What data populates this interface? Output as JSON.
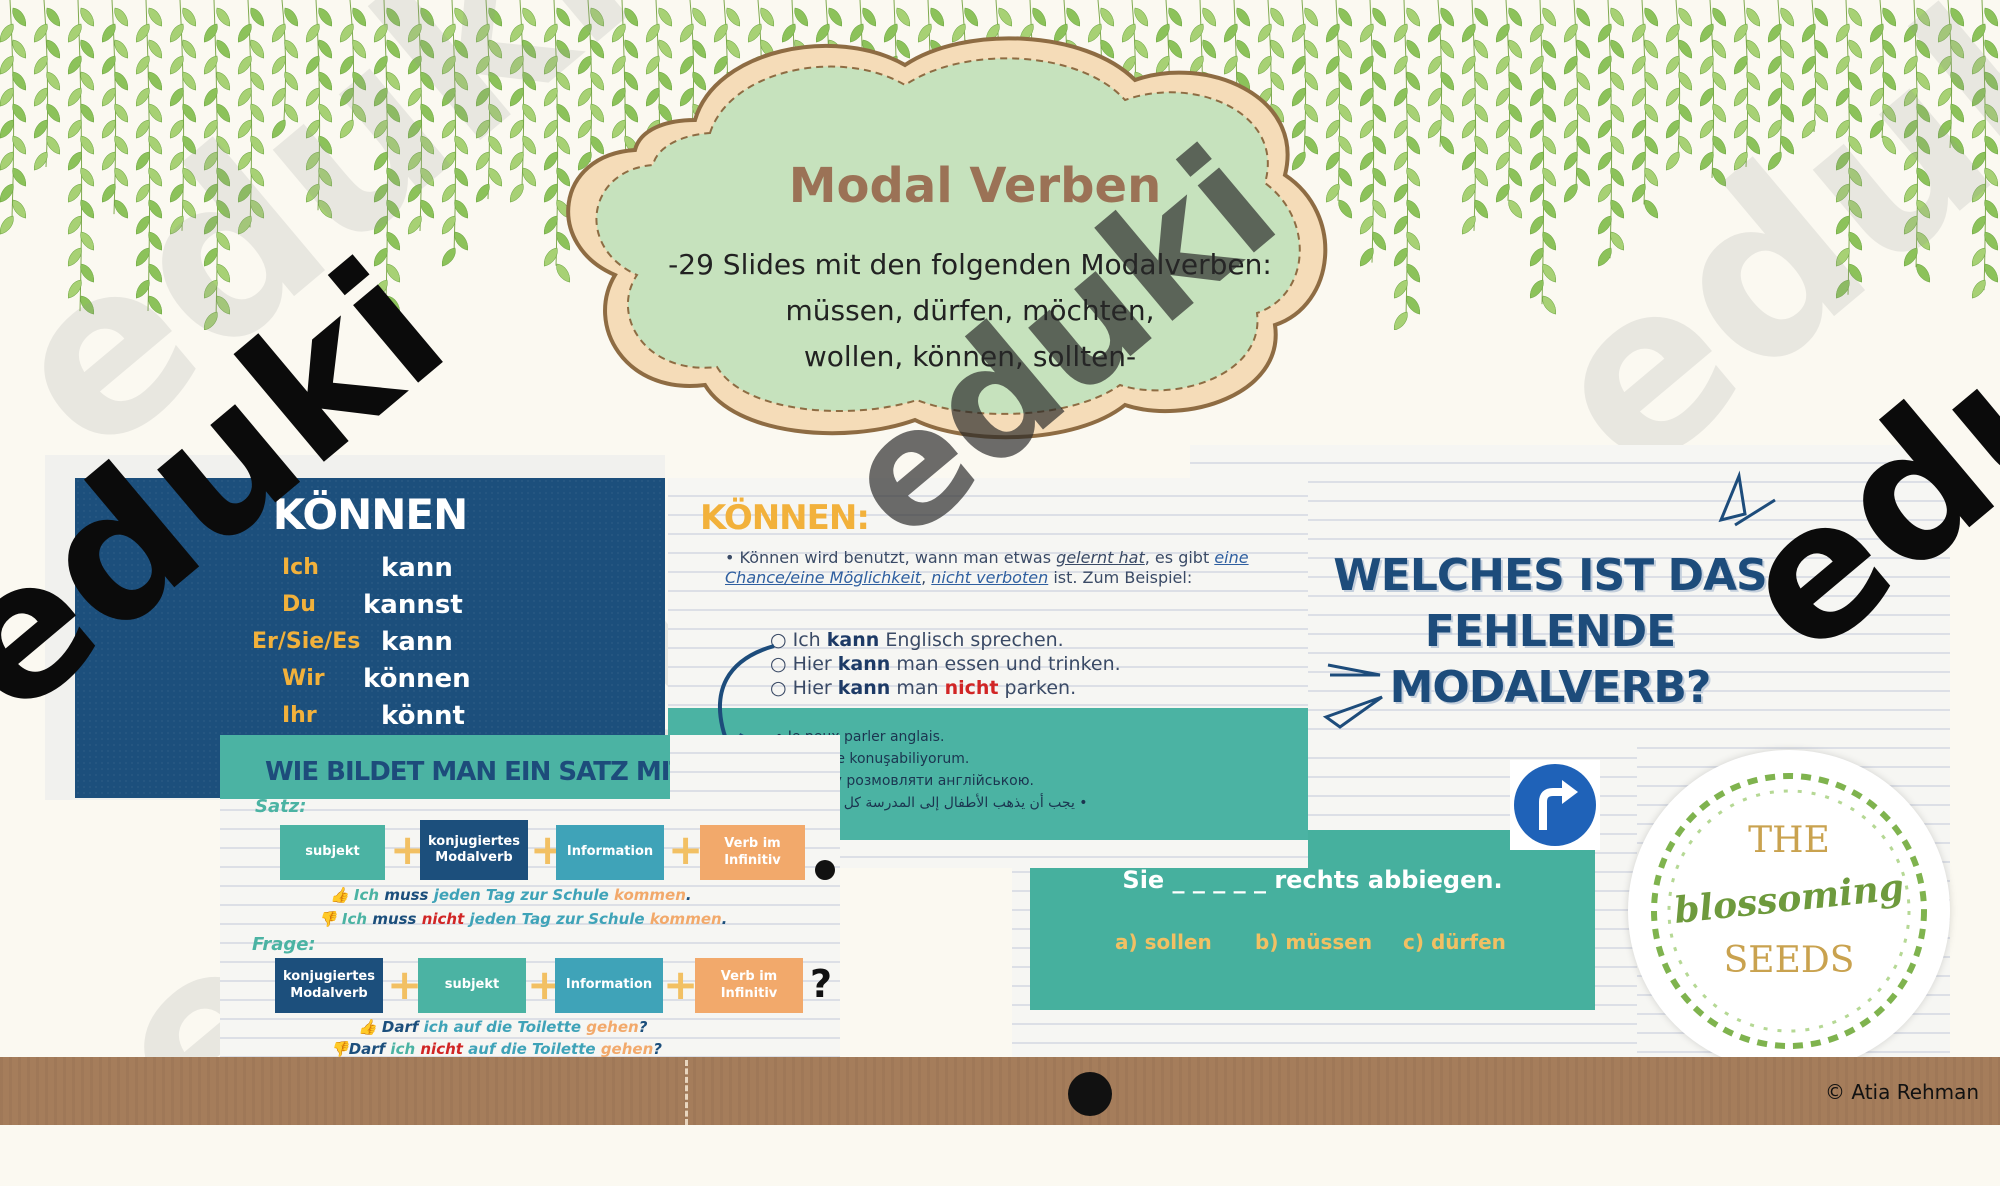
{
  "cloud": {
    "title": "Modal Verben",
    "line1": "-29 Slides mit den folgenden Modalverben:",
    "line2": "müssen, dürfen, möchten,",
    "line3": "wollen, können, sollten-"
  },
  "slide_koennen": {
    "title": "KÖNNEN",
    "rows": [
      {
        "pronoun": "Ich",
        "verb": "kann"
      },
      {
        "pronoun": "Du",
        "verb": "kannst"
      },
      {
        "pronoun": "Er/Sie/Es",
        "verb": "kann"
      },
      {
        "pronoun": "Wir",
        "verb": "können"
      },
      {
        "pronoun": "Ihr",
        "verb": "könnt"
      }
    ]
  },
  "slide_satz": {
    "title": "WIE BILDET MAN EIN SATZ MIT MOD",
    "satz_label": "Satz:",
    "satz_boxes": [
      "subjekt",
      "konjugiertes Modalverb",
      "Information",
      "Verb im Infinitiv"
    ],
    "ex_pos": {
      "pre": "Ich",
      "verb": "muss",
      "mid": "jeden Tag zur Schule",
      "end": "kommen",
      "punct": "."
    },
    "ex_neg": {
      "pre": "Ich",
      "verb": "muss",
      "neg": "nicht",
      "mid": "jeden Tag zur Schule",
      "end": "kommen",
      "punct": "."
    },
    "frage_label": "Frage:",
    "frage_boxes": [
      "konjugiertes Modalverb",
      "subjekt",
      "Information",
      "Verb im Infinitiv"
    ],
    "q_pos": {
      "verb": "Darf",
      "mid": "ich auf die Toilette",
      "end": "gehen",
      "punct": "?"
    },
    "q_neg": {
      "verb": "Darf",
      "pre": "ich",
      "neg": "nicht",
      "mid": "auf die Toilette",
      "end": "gehen",
      "punct": "?"
    },
    "question_mark": "?"
  },
  "slide_usage": {
    "title": "KÖNNEN:",
    "desc_1": "Können wird benutzt, wann man etwas",
    "desc_link1": "gelernt hat",
    "desc_2": ", es gibt",
    "desc_link2": "eine Chance/eine Möglichkeit",
    "desc_3": ",",
    "desc_link3": "nicht verboten",
    "desc_4": "ist.  Zum",
    "desc_5": "Beispiel:",
    "ex1": {
      "pre": "Ich",
      "verb": "kann",
      "post": "Englisch sprechen."
    },
    "ex2": {
      "pre": "Hier",
      "verb": "kann",
      "post": "man essen und trinken."
    },
    "ex3": {
      "pre": "Hier",
      "verb": "kann",
      "mid": "man",
      "neg": "nicht",
      "post": "parken."
    },
    "translations": [
      "Je peux parler anglais.",
      "İngilizce konuşabiliyorum.",
      "Я можу розмовляти англійською.",
      "يجب أن يذهب الأطفال إلى المدرسة كل يوم."
    ]
  },
  "slide_question": {
    "title_1": "WELCHES IST DAS",
    "title_2": "FEHLENDE",
    "title_3": "MODALVERB?",
    "sentence": "Sie _ _ _ _ _ rechts abbiegen.",
    "options": [
      "a) sollen",
      "b) müssen",
      "c) dürfen"
    ]
  },
  "logo": {
    "line1": "THE",
    "line2": "blossoming",
    "line3": "SEEDS"
  },
  "copyright": "©  Atia Rehman",
  "watermark": "eduki",
  "colors": {
    "navy": "#1d4c7b",
    "teal": "#4bb3a3",
    "orange": "#f2a96b",
    "gold": "#f2b13b",
    "brown": "#9b7256",
    "cloud": "#c6e2bd"
  }
}
